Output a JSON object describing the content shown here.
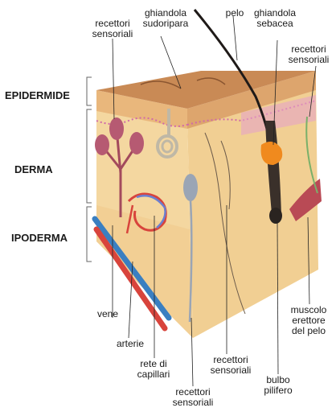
{
  "layers": {
    "epidermis": "EPIDERMIDE",
    "dermis": "DERMA",
    "hypodermis": "IPODERMA"
  },
  "labels": {
    "sensory_receptors_top_left": "recettori\nsensoriali",
    "sweat_gland": "ghiandola\nsudoripara",
    "hair": "pelo",
    "sebaceous_gland": "ghiandola\nsebacea",
    "sensory_receptors_top_right": "recettori\nsensoriali",
    "veins": "vene",
    "arteries": "arterie",
    "capillary_network": "rete di\ncapillari",
    "sensory_receptors_bottom_center": "recettori\nsensoriali",
    "sensory_receptors_bottom_right": "recettori\nsensoriali",
    "hair_bulb": "bulbo\npilifero",
    "arrector_pili_muscle": "muscolo\nerettore\ndel pelo"
  },
  "colors": {
    "skin_top": "#c98a55",
    "epidermis": "#e9b77c",
    "dermis": "#f4d7a0",
    "hypodermis": "#f7e0ae",
    "vein": "#3a7fc1",
    "artery": "#d8443c",
    "hair": "#1f1a18",
    "muscle": "#b94a55",
    "sebaceous": "#f08a1e"
  }
}
